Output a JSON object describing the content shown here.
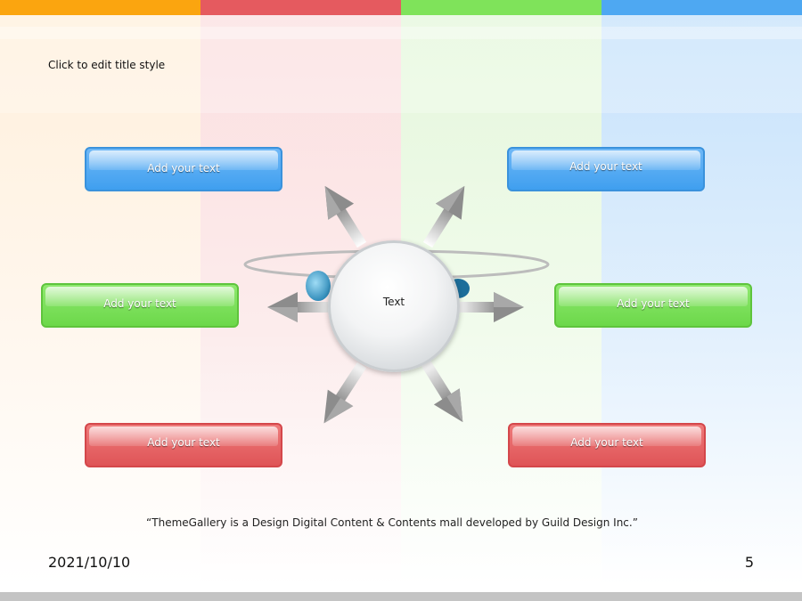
{
  "slide": {
    "title": "Click to edit title style",
    "quote": "“ThemeGallery is a Design Digital Content & Contents mall developed by Guild Design Inc.”",
    "date": "2021/10/10",
    "page_number": "5"
  },
  "colors": {
    "orange": "#fba50f",
    "red": "#e55a5f",
    "green": "#7fe35a",
    "blue": "#4ea8f2"
  },
  "diagram": {
    "center_label": "Text",
    "boxes": [
      {
        "label": "Add your text"
      },
      {
        "label": "Add your text"
      },
      {
        "label": "Add your text"
      },
      {
        "label": "Add your text"
      },
      {
        "label": "Add your text"
      },
      {
        "label": "Add your text"
      }
    ]
  }
}
